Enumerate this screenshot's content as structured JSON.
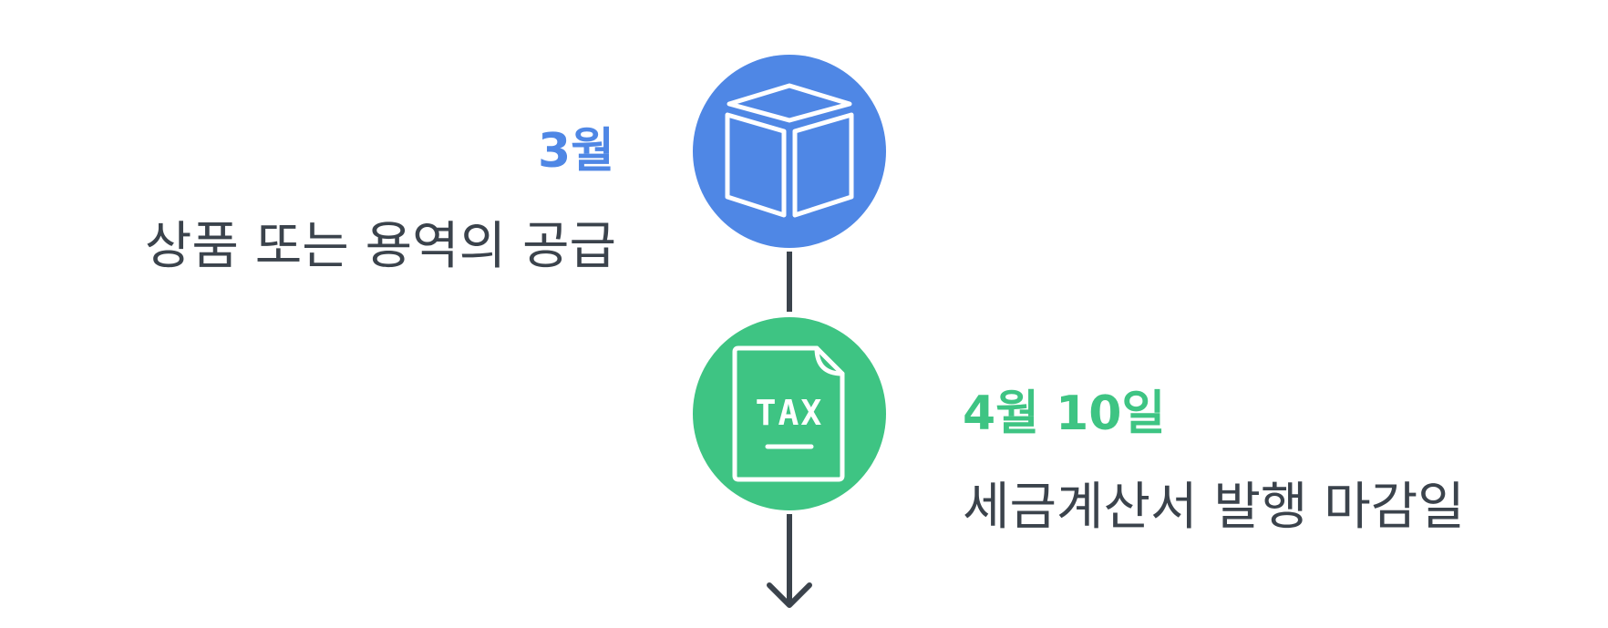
{
  "steps": [
    {
      "title": "3월",
      "description": "상품 또는 용역의 공급",
      "icon": "box-icon",
      "color": "#4f87e5"
    },
    {
      "title": "4월 10일",
      "description": "세금계산서 발행 마감일",
      "icon": "tax-document-icon",
      "icon_text": "TAX",
      "color": "#3ec483"
    }
  ],
  "colors": {
    "connector": "#3b434c",
    "text": "#3b434c"
  }
}
